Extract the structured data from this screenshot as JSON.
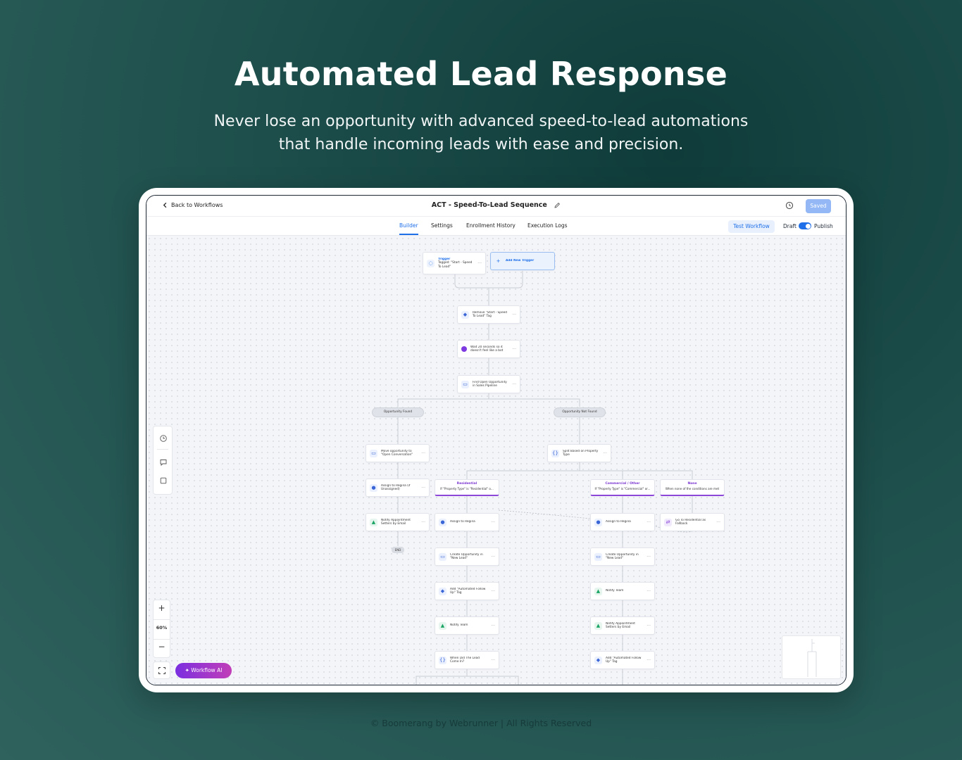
{
  "hero": {
    "title": "Automated Lead Response",
    "subtitle_line1": "Never lose an opportunity with advanced speed-to-lead automations",
    "subtitle_line2": "that handle incoming leads with ease and precision."
  },
  "footer": "© Boomerang by Webrunner | All Rights Reserved",
  "app": {
    "back_label": "Back to Workflows",
    "workflow_title": "ACT - Speed-To-Lead Sequence",
    "saved_label": "Saved",
    "tabs": [
      "Builder",
      "Settings",
      "Enrollment History",
      "Execution Logs"
    ],
    "test_label": "Test Workflow",
    "draft_label": "Draft",
    "publish_label": "Publish",
    "zoom": "60%",
    "ai_label": "Workflow AI",
    "accent": "#1e6fe8"
  },
  "flow": {
    "trigger_title": "Trigger",
    "trigger_text": "Tagged: \"Start - Speed To Lead\"",
    "add_trigger": "Add New Trigger",
    "remove_tag": "Remove \"Start - Speed To Lead\" Tag",
    "wait": "Wait 20 seconds so it doesn't feel like a bot",
    "find_opp": "Find Open Opportunity in Sales Pipeline",
    "opp_found": "Opportunity Found",
    "opp_not_found": "Opportunity Not Found",
    "move_opp": "Move opportunity to \"Open Conversation\"",
    "assign_left": "Assign to Regina (if Unassigned)",
    "notify_left": "Notify Appointment Setters by Email",
    "end": "END",
    "split": "Split Based on Property Type",
    "branch_res_title": "Residential",
    "branch_res_desc": "If \"Property Type\" is \"Residential\" o...",
    "branch_com_title": "Commercial / Other",
    "branch_com_desc": "If \"Property Type\" is \"Commercial\" or...",
    "branch_none_title": "None",
    "branch_none_desc": "When none of the conditions are met",
    "assign_mid": "Assign to Regina",
    "create_opp_mid": "Create Opportunity in \"New Lead\"",
    "add_tag_mid": "Add \"Automated Follow Up\" Tag",
    "notify_team_mid": "Notify Team",
    "when_lead": "When Did The Lead Come In?",
    "assign_right": "Assign to Regina",
    "create_opp_right": "Create Opportunity in \"New Lead\"",
    "notify_team_right": "Notify Team",
    "notify_setters_right": "Notify Appointment Setters by Email",
    "add_tag_right": "Add \"Automated Follow Up\" Tag",
    "goto_res": "Go To Residential as Fallback"
  }
}
